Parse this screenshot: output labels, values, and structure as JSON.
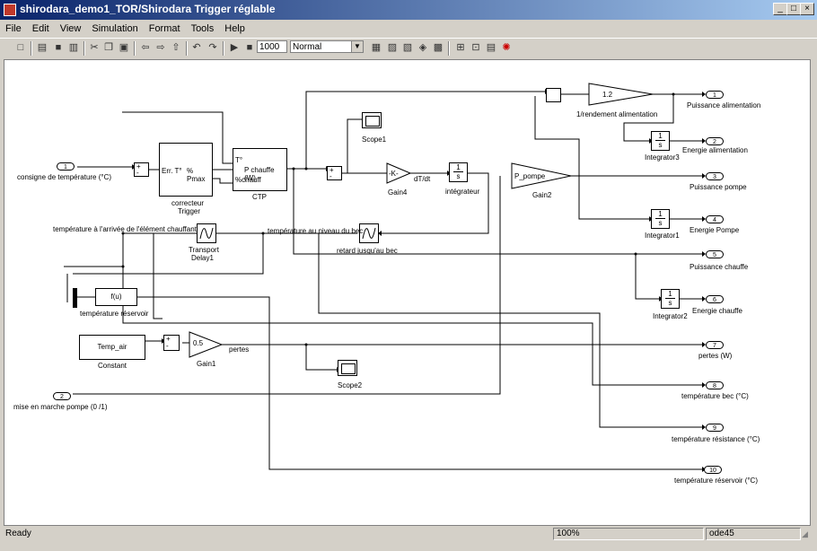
{
  "window": {
    "title": "shirodara_demo1_TOR/Shirodara Trigger réglable"
  },
  "menu": [
    "File",
    "Edit",
    "View",
    "Simulation",
    "Format",
    "Tools",
    "Help"
  ],
  "toolbar": {
    "stop_time": "1000",
    "sim_mode": "Normal"
  },
  "blocks": {
    "in1_num": "1",
    "in1_label": "consigne de température (°C)",
    "in2_num": "2",
    "in2_label": "mise en marche pompe (0 /1)",
    "sum_sign_top": "+",
    "sum_sign_bot": "-",
    "trig_a": "Err. T°",
    "trig_b": "% Pmax",
    "trig_label1": "correcteur",
    "trig_label2": "Trigger",
    "ctp_t": "T°",
    "ctp_p": "P chauffe (W)",
    "ctp_c": "%chauff",
    "ctp_label": "CTP",
    "scope1": "Scope1",
    "scope2": "Scope2",
    "gain4_val": "-K-",
    "gain4_label": "Gain4",
    "dtdt": "dT/dt",
    "integ_num": "1",
    "integ_den": "s",
    "integ_label": "intégrateur",
    "gain2_val": "P_pompe",
    "gain2_label": "Gain2",
    "gain_rend_val": "1.2",
    "gain_rend_label": "1/rendement alimentation",
    "integ3_label": "Integrator3",
    "integ1_label": "Integrator1",
    "integ2_label": "Integrator2",
    "transport_label1": "Transport",
    "transport_label2": "Delay1",
    "retard_label": "retard jusqu'au bec",
    "temp_arrivee": "température   à l'arrivée de l'élément chauffant",
    "temp_niveau": "température au niveau du bec",
    "fcn_val": "f(u)",
    "fcn_label": "température réservoir",
    "const_val": "Temp_air",
    "const_label": "Constant",
    "gain1_val": "0.5",
    "gain1_label": "Gain1",
    "pertes": "pertes"
  },
  "outports": [
    {
      "num": "1",
      "label": "Puissance alimentation"
    },
    {
      "num": "2",
      "label": "Energie alimentation"
    },
    {
      "num": "3",
      "label": "Puissance pompe"
    },
    {
      "num": "4",
      "label": "Energie Pompe"
    },
    {
      "num": "5",
      "label": "Puissance chauffe"
    },
    {
      "num": "6",
      "label": "Energie chauffe"
    },
    {
      "num": "7",
      "label": "pertes (W)"
    },
    {
      "num": "8",
      "label": "température bec (°C)"
    },
    {
      "num": "9",
      "label": "température résistance (°C)"
    },
    {
      "num": "10",
      "label": "température réservoir (°C)"
    }
  ],
  "status": {
    "left": "Ready",
    "zoom": "100%",
    "solver": "ode45"
  }
}
